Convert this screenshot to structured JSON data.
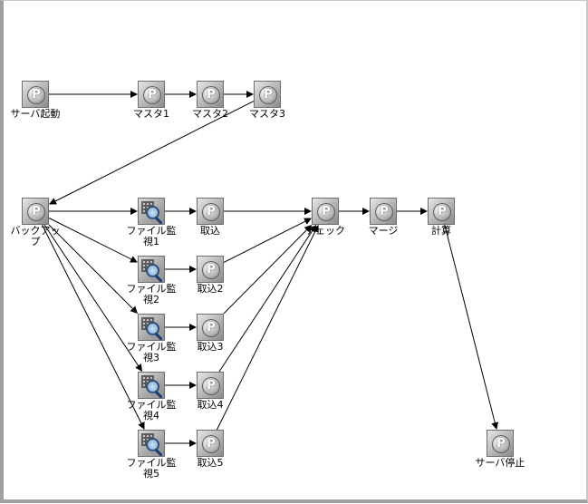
{
  "nodes": [
    {
      "id": "server-start",
      "label": "サーバ起動",
      "kind": "job"
    },
    {
      "id": "master1",
      "label": "マスタ1",
      "kind": "job"
    },
    {
      "id": "master2",
      "label": "マスタ2",
      "kind": "job"
    },
    {
      "id": "master3",
      "label": "マスタ3",
      "kind": "job"
    },
    {
      "id": "backup",
      "label": "バックアッ\nプ",
      "kind": "job"
    },
    {
      "id": "watch1",
      "label": "ファイル監\n視1",
      "kind": "file-watch"
    },
    {
      "id": "import1",
      "label": "取込",
      "kind": "job"
    },
    {
      "id": "watch2",
      "label": "ファイル監\n視2",
      "kind": "file-watch"
    },
    {
      "id": "import2",
      "label": "取込2",
      "kind": "job"
    },
    {
      "id": "watch3",
      "label": "ファイル監\n視3",
      "kind": "file-watch"
    },
    {
      "id": "import3",
      "label": "取込3",
      "kind": "job"
    },
    {
      "id": "watch4",
      "label": "ファイル監\n視4",
      "kind": "file-watch"
    },
    {
      "id": "import4",
      "label": "取込4",
      "kind": "job"
    },
    {
      "id": "watch5",
      "label": "ファイル監\n視5",
      "kind": "file-watch"
    },
    {
      "id": "import5",
      "label": "取込5",
      "kind": "job"
    },
    {
      "id": "check",
      "label": "チェック",
      "kind": "job"
    },
    {
      "id": "merge",
      "label": "マージ",
      "kind": "job"
    },
    {
      "id": "calc",
      "label": "計算",
      "kind": "job"
    },
    {
      "id": "server-stop",
      "label": "サーバ停止",
      "kind": "job"
    }
  ],
  "edges": [
    [
      "server-start",
      "master1"
    ],
    [
      "master1",
      "master2"
    ],
    [
      "master2",
      "master3"
    ],
    [
      "master3",
      "backup"
    ],
    [
      "backup",
      "watch1"
    ],
    [
      "backup",
      "watch2"
    ],
    [
      "backup",
      "watch3"
    ],
    [
      "backup",
      "watch4"
    ],
    [
      "backup",
      "watch5"
    ],
    [
      "watch1",
      "import1"
    ],
    [
      "watch2",
      "import2"
    ],
    [
      "watch3",
      "import3"
    ],
    [
      "watch4",
      "import4"
    ],
    [
      "watch5",
      "import5"
    ],
    [
      "import1",
      "check"
    ],
    [
      "import2",
      "check"
    ],
    [
      "import3",
      "check"
    ],
    [
      "import4",
      "check"
    ],
    [
      "import5",
      "check"
    ],
    [
      "check",
      "merge"
    ],
    [
      "merge",
      "calc"
    ],
    [
      "calc",
      "server-stop"
    ]
  ],
  "icons": {
    "job": "p-job-icon",
    "file-watch": "file-watch-icon"
  },
  "colors": {
    "edge": "#000000",
    "label": "#000000",
    "background": "#ffffff"
  }
}
